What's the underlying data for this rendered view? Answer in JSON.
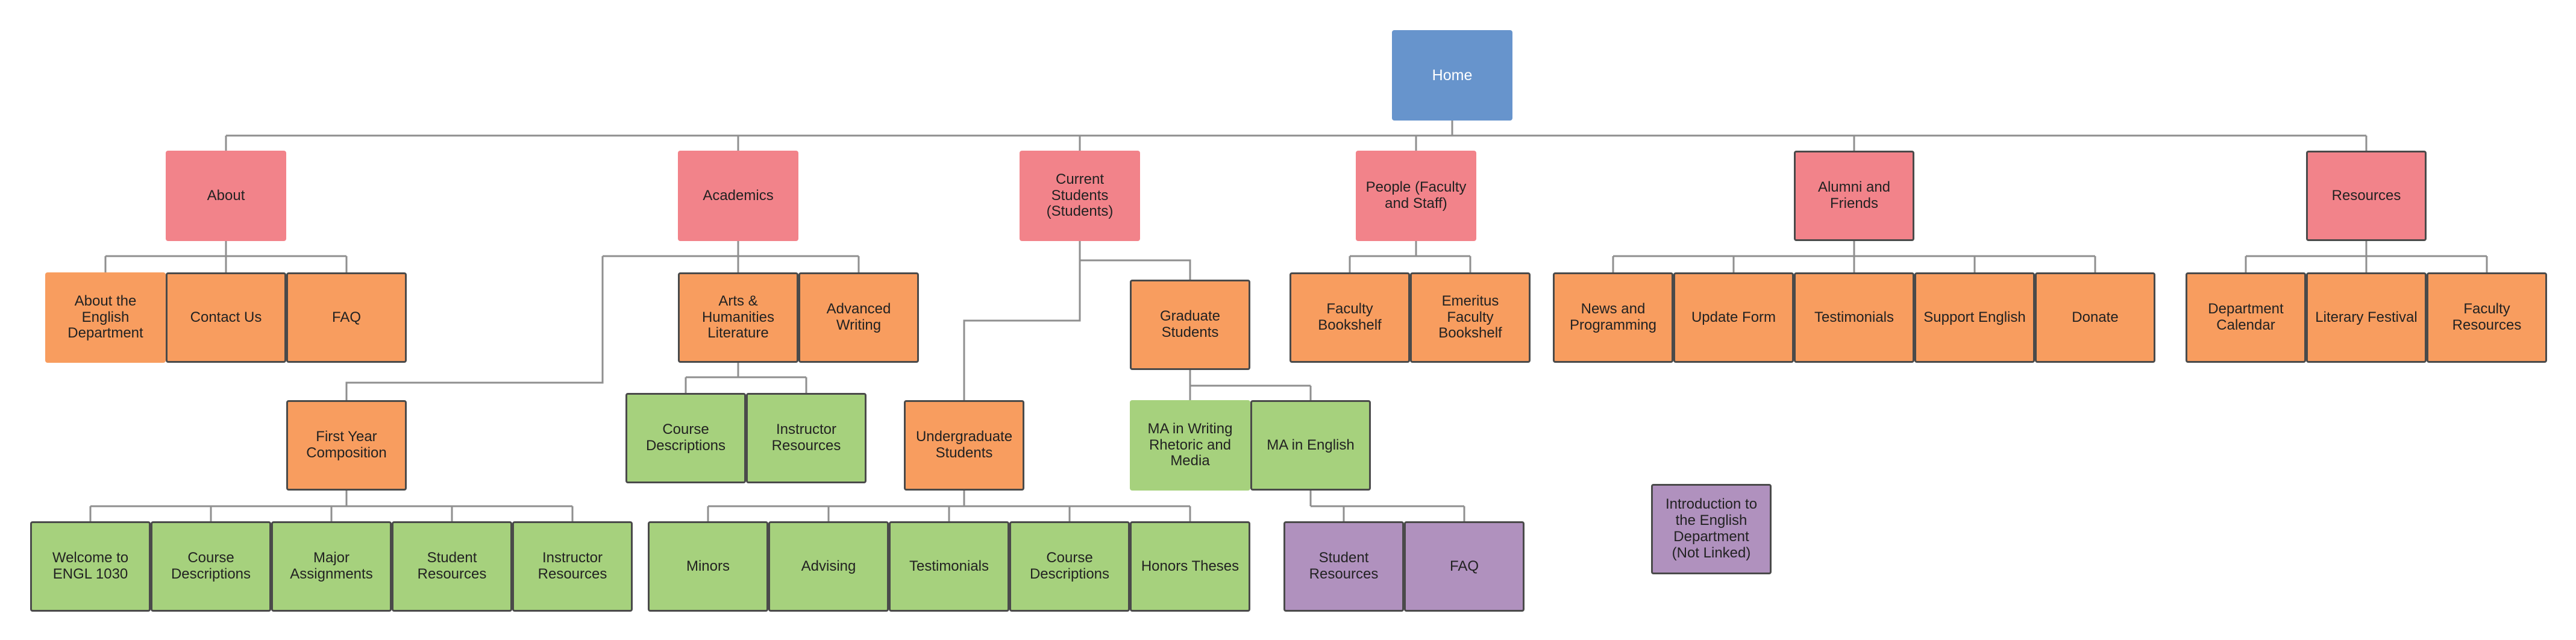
{
  "colors": {
    "blue": "#6794cc",
    "pink": "#f2838a",
    "orange": "#f89d5f",
    "green": "#a6d17d",
    "purple": "#b091be",
    "connector": "#8f8f8f"
  },
  "nodes": {
    "home": "Home",
    "about": "About",
    "academics": "Academics",
    "current_students": "Current Students (Students)",
    "people": "People (Faculty and Staff)",
    "alumni": "Alumni and Friends",
    "resources": "Resources",
    "about_dept": "About the English Department",
    "contact": "Contact Us",
    "faq_about": "FAQ",
    "arts_humanities": "Arts & Humanities Literature",
    "advanced_writing": "Advanced Writing",
    "first_year": "First Year Composition",
    "course_desc_arts": "Course Descriptions",
    "instructor_res_arts": "Instructor Resources",
    "welcome_engl": "Welcome to ENGL 1030",
    "course_desc_fy": "Course Descriptions",
    "major_assign": "Major Assignments",
    "student_res_fy": "Student Resources",
    "instructor_res_fy": "Instructor Resources",
    "graduate": "Graduate Students",
    "undergraduate": "Undergraduate Students",
    "ma_writing": "MA in Writing Rhetoric and Media",
    "ma_english": "MA in English",
    "minors": "Minors",
    "advising": "Advising",
    "testimonials_ug": "Testimonials",
    "course_desc_ug": "Course Descriptions",
    "honors": "Honors Theses",
    "student_res_ma": "Student Resources",
    "faq_ma": "FAQ",
    "faculty_bookshelf": "Faculty Bookshelf",
    "emeritus_bookshelf": "Emeritus Faculty Bookshelf",
    "news": "News and Programming",
    "update_form": "Update Form",
    "testimonials_alumni": "Testimonials",
    "support_english": "Support English",
    "donate": "Donate",
    "dept_calendar": "Department Calendar",
    "literary_festival": "Literary Festival",
    "faculty_resources": "Faculty Resources",
    "intro_dept": "Introduction to the English Department (Not Linked)"
  }
}
